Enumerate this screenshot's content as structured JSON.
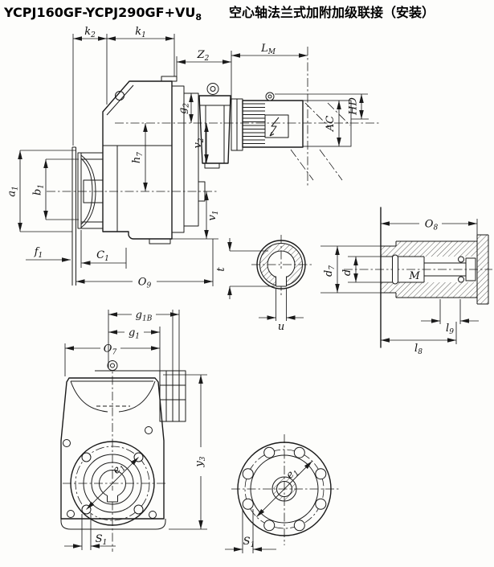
{
  "title": {
    "model_main": "YCPJ160GF-YCPJ290GF+VU",
    "model_sub": "8",
    "description": "空心轴法兰式加附加级联接（安装）"
  },
  "side_view": {
    "dims": {
      "k2": {
        "main": "k",
        "sub": "2"
      },
      "k1": {
        "main": "k",
        "sub": "1"
      },
      "z2": {
        "main": "Z",
        "sub": "2"
      },
      "lm": {
        "main": "L",
        "sub": "M"
      },
      "g2": {
        "main": "g",
        "sub": "2"
      },
      "h7": {
        "main": "h",
        "sub": "7"
      },
      "v2": {
        "main": "v",
        "sub": "2"
      },
      "v1": {
        "main": "v",
        "sub": "1"
      },
      "a1": {
        "main": "a",
        "sub": "1"
      },
      "b1": {
        "main": "b",
        "sub": "1"
      },
      "f1": {
        "main": "f",
        "sub": "1"
      },
      "c1": {
        "main": "C",
        "sub": "1"
      },
      "o9": {
        "main": "O",
        "sub": "9"
      },
      "hd": {
        "main": "HD",
        "sub": ""
      },
      "ac": {
        "main": "AC",
        "sub": ""
      }
    }
  },
  "shaft_section": {
    "dims": {
      "t": {
        "main": "t",
        "sub": ""
      },
      "u": {
        "main": "u",
        "sub": ""
      }
    }
  },
  "shaft_detail": {
    "dims": {
      "o8": {
        "main": "O",
        "sub": "8"
      },
      "d7": {
        "main": "d",
        "sub": "7"
      },
      "d": {
        "main": "d",
        "sub": ""
      },
      "m": {
        "main": "M",
        "sub": ""
      },
      "l9": {
        "main": "l",
        "sub": "9"
      },
      "l8": {
        "main": "l",
        "sub": "8"
      }
    }
  },
  "front_view": {
    "dims": {
      "g1b": {
        "main": "g",
        "sub": "1B"
      },
      "g1": {
        "main": "g",
        "sub": "1"
      },
      "o7": {
        "main": "O",
        "sub": "7"
      },
      "y3": {
        "main": "y",
        "sub": "3"
      },
      "e1": {
        "main": "e",
        "sub": "1"
      },
      "s1": {
        "main": "S",
        "sub": "1"
      }
    }
  },
  "flange_view": {
    "dims": {
      "e1": {
        "main": "e",
        "sub": "1"
      },
      "s1": {
        "main": "S",
        "sub": "1"
      }
    }
  }
}
